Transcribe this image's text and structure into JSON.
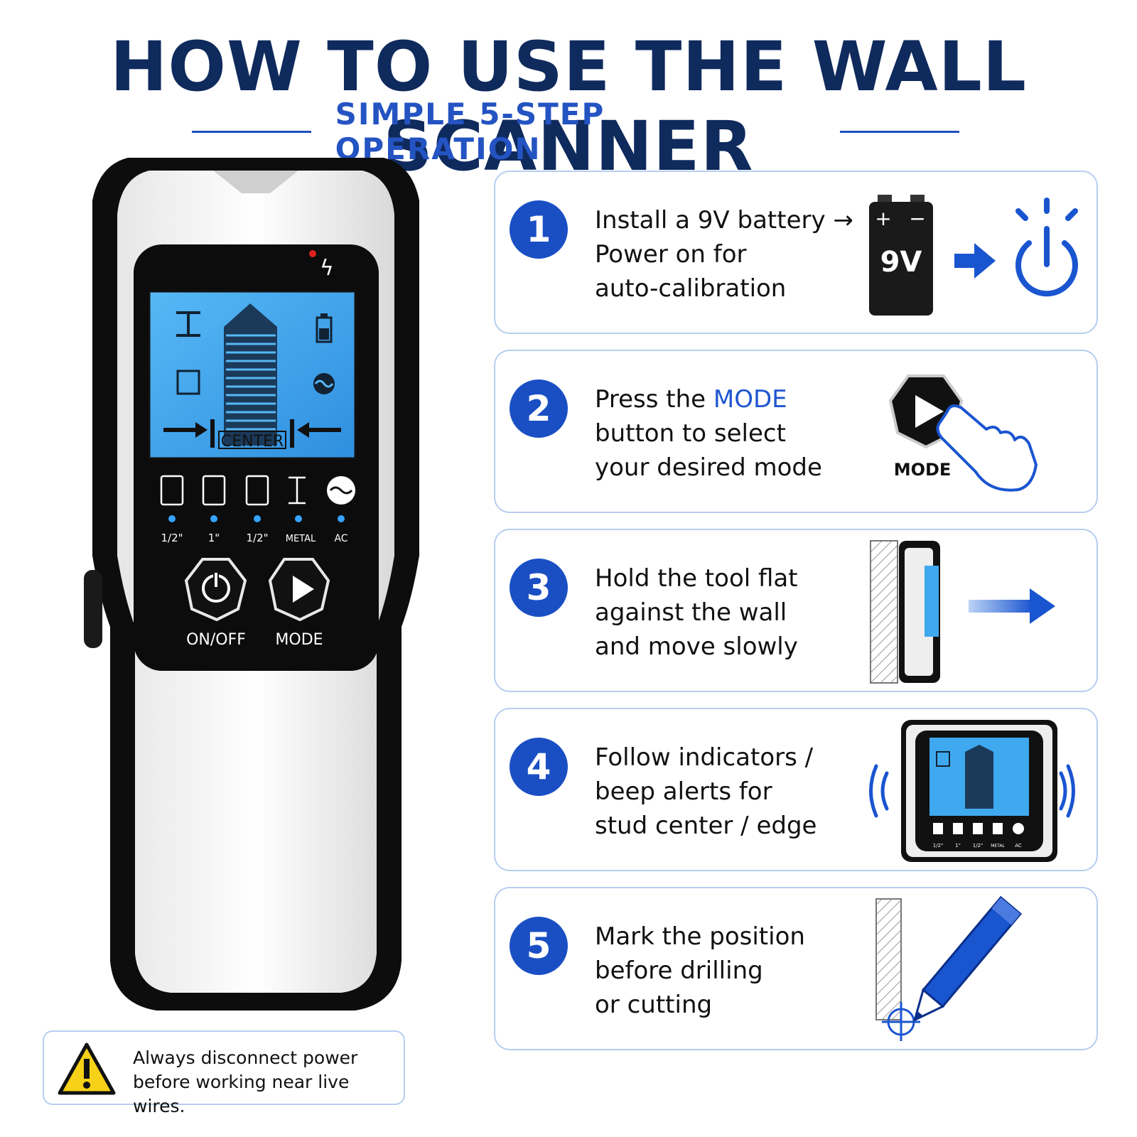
{
  "title": "HOW TO USE THE WALL SCANNER",
  "subtitle": "SIMPLE 5-STEP OPERATION",
  "device": {
    "screen_center_label": "CENTER",
    "mode_labels": [
      "1/2\"",
      "1\"",
      "1/2\"",
      "METAL",
      "AC"
    ],
    "onoff_label": "ON/OFF",
    "mode_label": "MODE"
  },
  "steps": [
    {
      "number": "1",
      "lines": [
        "Install a 9V battery →",
        "Power on for",
        "auto-calibration"
      ],
      "battery_label": "9V",
      "battery_plus": "+",
      "battery_minus": "−"
    },
    {
      "number": "2",
      "line1_pre": "Press the ",
      "line1_hl": "MODE",
      "lines_rest": [
        "button to select",
        "your desired mode"
      ],
      "button_label": "MODE"
    },
    {
      "number": "3",
      "lines": [
        "Hold the tool flat",
        "against the wall",
        "and move slowly"
      ]
    },
    {
      "number": "4",
      "lines": [
        "Follow indicators /",
        "beep alerts for",
        "stud center / edge"
      ],
      "mini_labels": [
        "1/2\"",
        "1\"",
        "1/2\"",
        "METAL",
        "AC"
      ]
    },
    {
      "number": "5",
      "lines": [
        "Mark the position",
        "before drilling",
        "or cutting"
      ]
    }
  ],
  "warning": {
    "lines": [
      "Always disconnect power",
      "before working near live wires."
    ]
  },
  "colors": {
    "navy": "#0f2a5c",
    "accent": "#1a4fc4",
    "screen": "#3fa9f0",
    "warning_yellow": "#f7d117"
  }
}
